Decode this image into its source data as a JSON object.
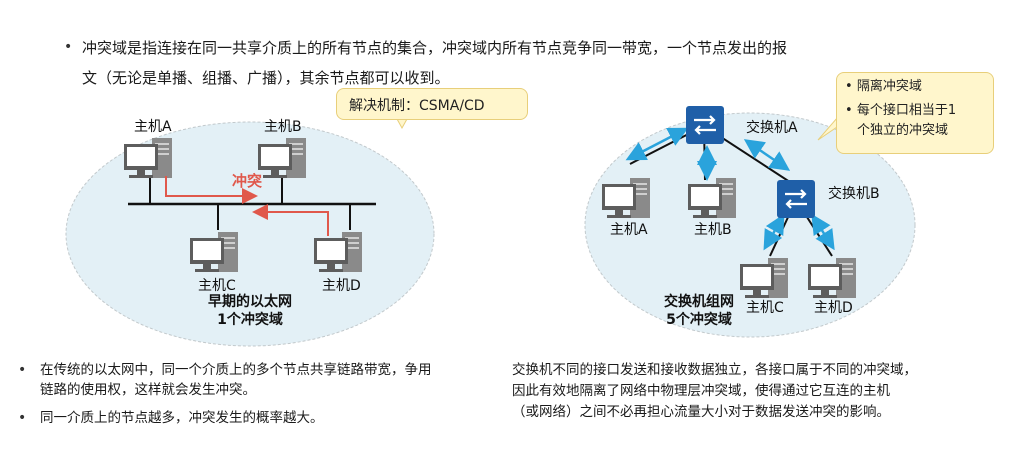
{
  "intro": {
    "line1": "冲突域是指连接在同一共享介质上的所有节点的集合，冲突域内所有节点竞争同一带宽，一个节点发出的报",
    "line2": "文（无论是单播、组播、广播），其余节点都可以收到。"
  },
  "callout_left": "解决机制：CSMA/CD",
  "callout_right": [
    "隔离冲突域",
    "每个接口相当于1",
    "个独立的冲突域"
  ],
  "left_diagram": {
    "hosts": [
      "主机A",
      "主机B",
      "主机C",
      "主机D"
    ],
    "collision_label": "冲突",
    "caption_line1": "早期的以太网",
    "caption_line2": "1个冲突域"
  },
  "right_diagram": {
    "switches": [
      "交换机A",
      "交换机B"
    ],
    "hosts": [
      "主机A",
      "主机B",
      "主机C",
      "主机D"
    ],
    "caption_line1": "交换机组网",
    "caption_line2": "5个冲突域"
  },
  "bottom_left": [
    "在传统的以太网中，同一个介质上的多个节点共享链路带宽，争用",
    "链路的使用权，这样就会发生冲突。",
    "同一介质上的节点越多，冲突发生的概率越大。"
  ],
  "bottom_right": [
    "交换机不同的接口发送和接收数据独立，各接口属于不同的冲突域，",
    "因此有效地隔离了网络中物理层冲突域，使得通过它互连的主机",
    "（或网络）之间不必再担心流量大小对于数据发送冲突的影响。"
  ],
  "colors": {
    "ellipse_fill": "#e3f0f6",
    "switch_blue": "#1f5fa8",
    "arrow_cyan": "#2aa3dc",
    "collision_red": "#e0584b"
  }
}
